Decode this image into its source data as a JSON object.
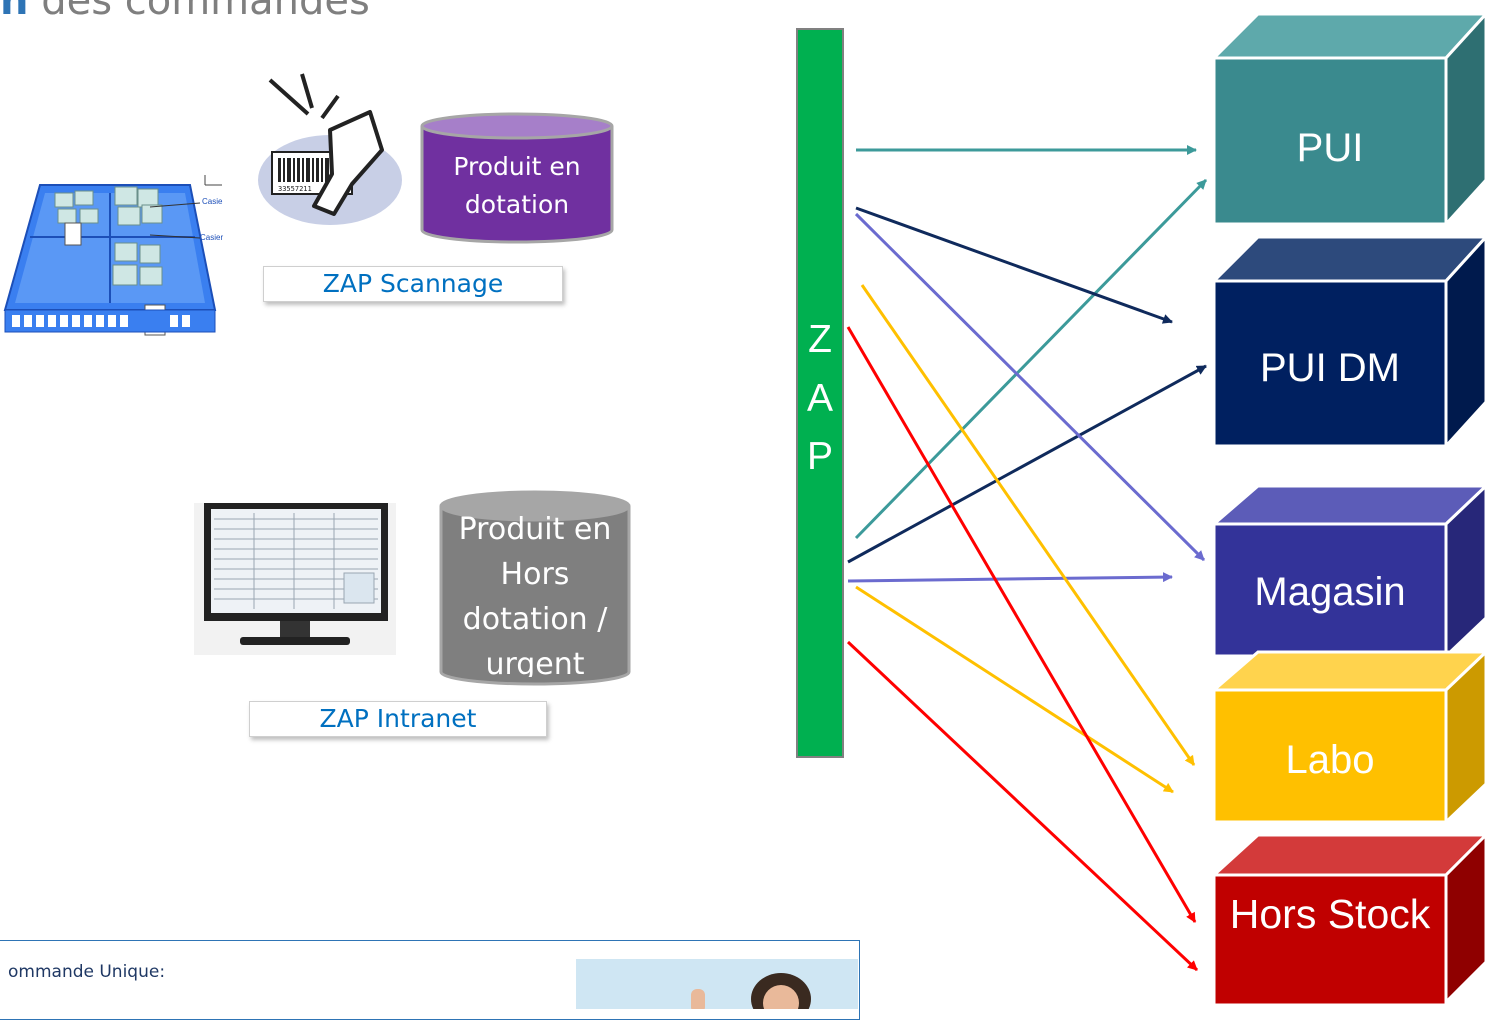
{
  "title": {
    "accent": "n",
    "text": " des commandes"
  },
  "left": {
    "scan_caption": "ZAP Scannage",
    "cylinder_dotation": "Produit en dotation",
    "intranet_caption": "ZAP Intranet",
    "cylinder_hors_dotation": "Produit en Hors dotation / urgent",
    "basket_labels": [
      "Casie",
      "Casier"
    ],
    "barcode_number": "33557211"
  },
  "zap_bar": {
    "letters": [
      "Z",
      "A",
      "P"
    ],
    "color": "#00b050"
  },
  "destinations": [
    {
      "label": "PUI",
      "color": "#3a8a8e"
    },
    {
      "label": "PUI DM",
      "color": "#002060"
    },
    {
      "label": "Magasin",
      "color": "#333399"
    },
    {
      "label": "Labo",
      "color": "#ffc000"
    },
    {
      "label": "Hors Stock",
      "color": "#c00000"
    }
  ],
  "arrow_colors": {
    "pui": "#3c9a9a",
    "pui_dm": "#0f2a5c",
    "magasin": "#6b6bcf",
    "labo": "#ffc000",
    "hors_stock": "#ff0000"
  },
  "bottom": {
    "text": "ommande Unique:"
  }
}
